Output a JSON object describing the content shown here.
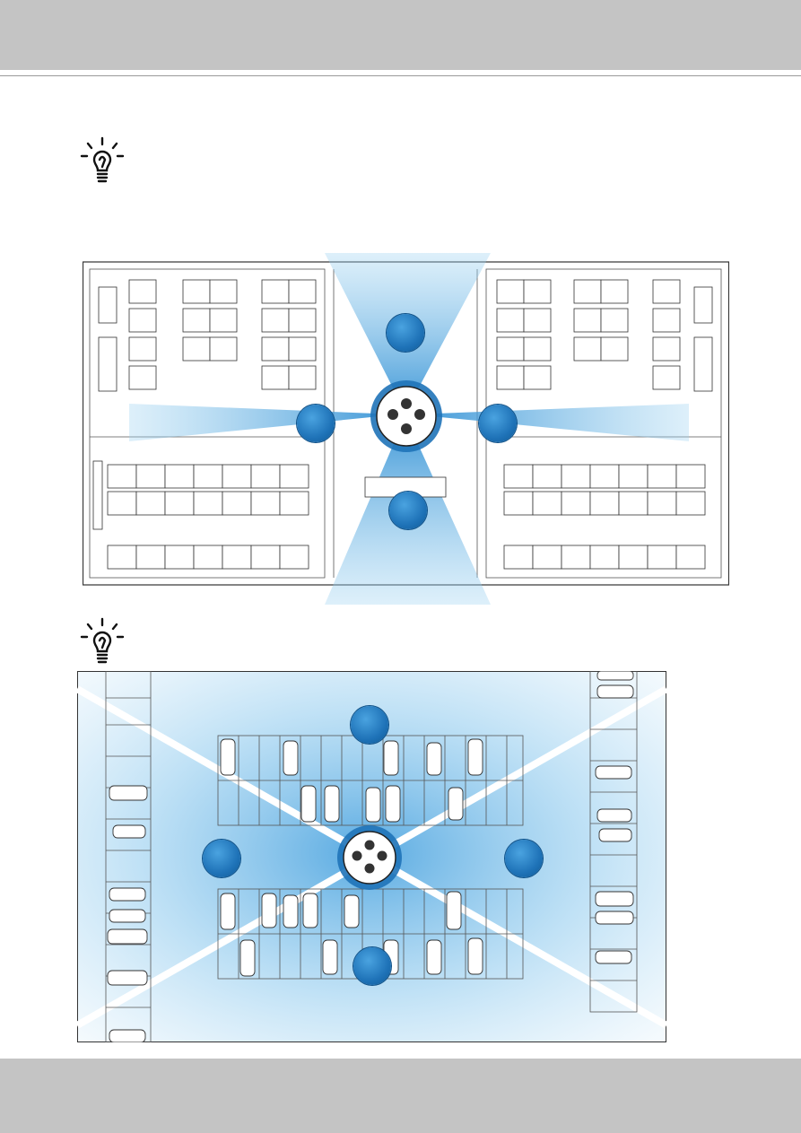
{
  "page": {
    "header_color": "#c4c4c4",
    "footer_color": "#c4c4c4",
    "accent": "#1f73b8",
    "fov_color": "#5db6e6"
  },
  "tips": [
    {
      "icon": "lightbulb-icon"
    },
    {
      "icon": "lightbulb-icon"
    }
  ],
  "figures": [
    {
      "name": "office-floor-plan",
      "camera_views": 4
    },
    {
      "name": "parking-lot-plan",
      "camera_views": 4
    }
  ]
}
